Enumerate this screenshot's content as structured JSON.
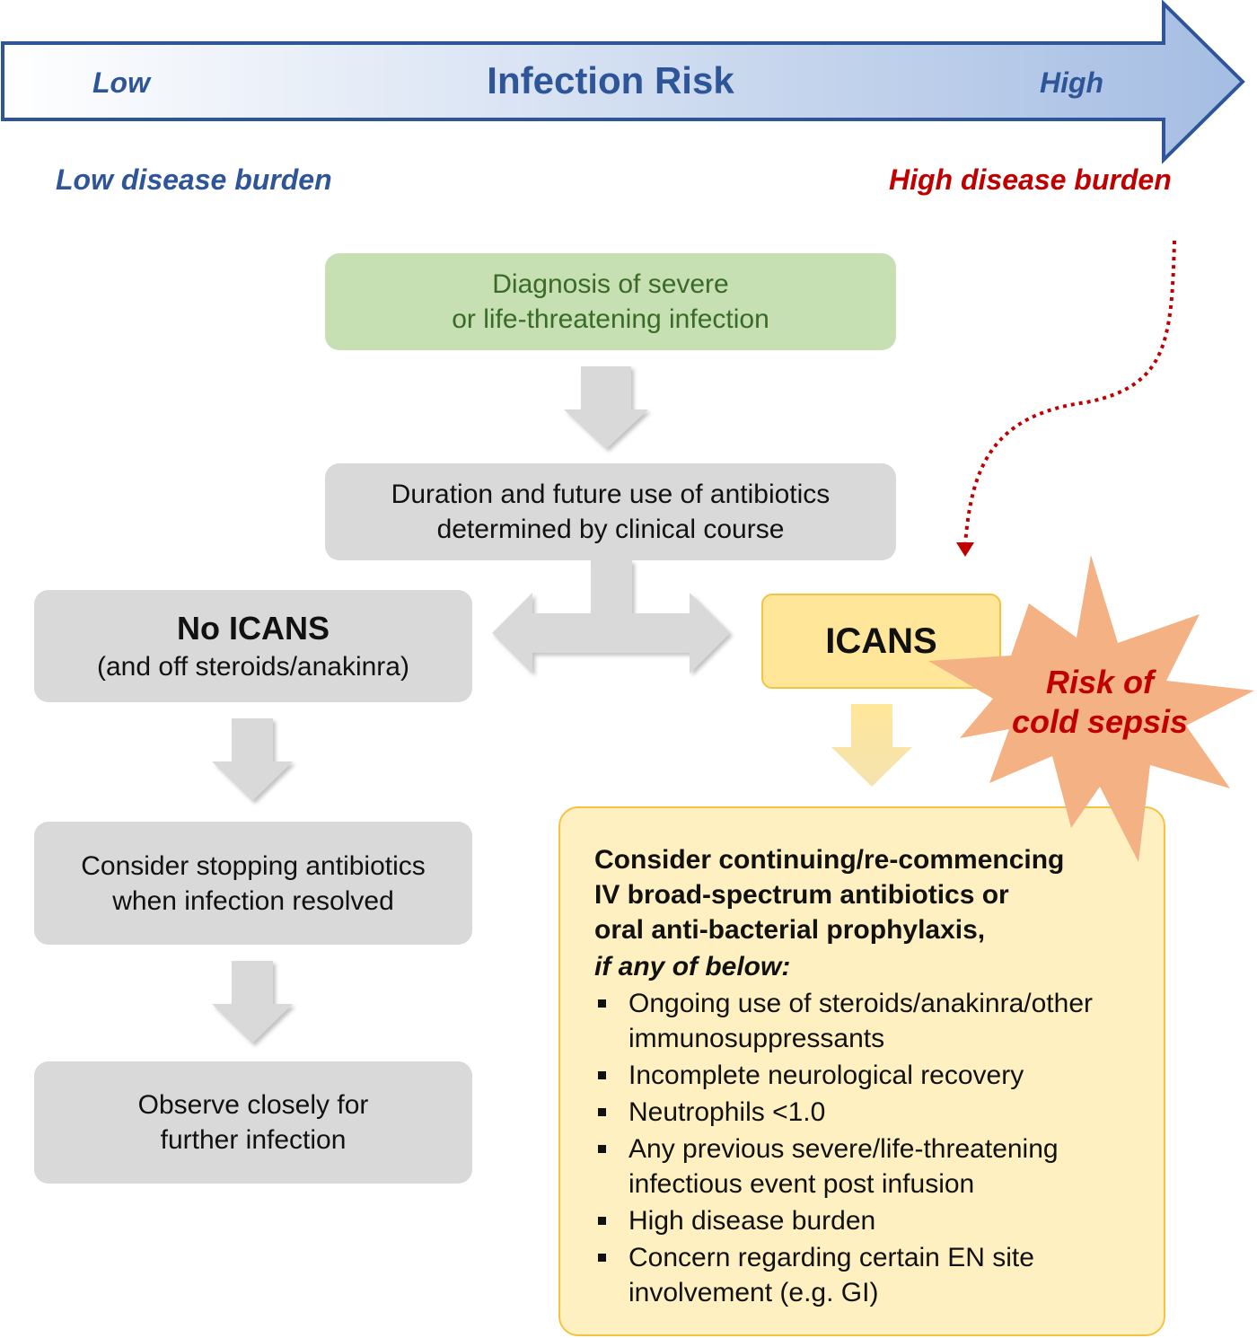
{
  "risk_arrow": {
    "title": "Infection Risk",
    "low_label": "Low",
    "high_label": "High"
  },
  "disease_burden": {
    "low": "Low disease burden",
    "high": "High disease burden"
  },
  "nodes": {
    "diagnosis": {
      "line1": "Diagnosis of severe",
      "line2": "or life-threatening infection"
    },
    "duration": {
      "line1": "Duration and future use of antibiotics",
      "line2": "determined by clinical course"
    },
    "no_icans": {
      "title": "No ICANS",
      "subtitle": "(and off steroids/anakinra)"
    },
    "icans": {
      "title": "ICANS"
    },
    "stop_antibiotics": {
      "line1": "Consider stopping antibiotics",
      "line2": "when infection resolved"
    },
    "observe": {
      "line1": "Observe closely for",
      "line2": "further infection"
    },
    "consider_continuing": {
      "heading_line1": "Consider continuing/re-commencing",
      "heading_line2": "IV broad-spectrum antibiotics or",
      "heading_line3": "oral anti-bacterial prophylaxis,",
      "subheading": "if any of below:",
      "bullets": [
        "Ongoing use of steroids/anakinra/other immunosuppressants",
        "Incomplete neurological recovery",
        "Neutrophils <1.0",
        "Any previous severe/life-threatening infectious event post infusion",
        "High disease burden",
        "Concern regarding certain EN site involvement (e.g. GI)"
      ]
    }
  },
  "callout": {
    "line1": "Risk of",
    "line2": "cold sepsis"
  },
  "colors": {
    "arrow_blue_start": "#ffffff",
    "arrow_blue_end": "#a5bde3",
    "arrow_border": "#2e5597",
    "title_blue": "#2e5597",
    "high_red": "#c00000",
    "green_box": "#c6e0b4",
    "green_text": "#3a6a27",
    "gray_box": "#d9d9d9",
    "yellow_box": "#ffe699",
    "yellow_panel": "#fff0c2",
    "yellow_border": "#f5c242",
    "starburst": "#f4b183",
    "dotted_arrow": "#c00000"
  }
}
